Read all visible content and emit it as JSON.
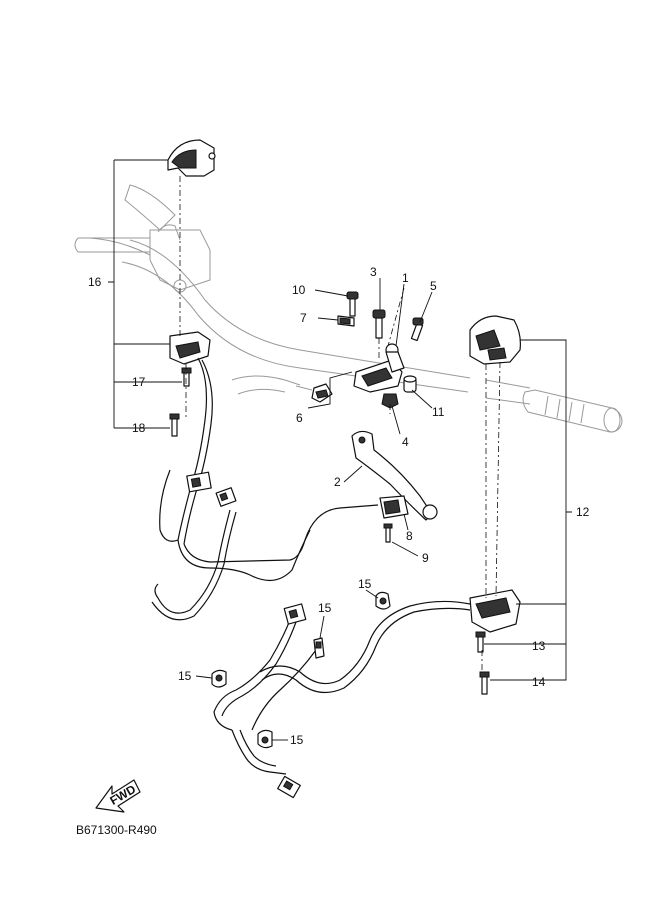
{
  "diagram": {
    "code": "B671300-R490",
    "fwd_label": "FWD",
    "callouts": {
      "c1": "1",
      "c2": "2",
      "c3": "3",
      "c4": "4",
      "c5": "5",
      "c6": "6",
      "c7": "7",
      "c8": "8",
      "c9": "9",
      "c10": "10",
      "c11": "11",
      "c12": "12",
      "c13": "13",
      "c14": "14",
      "c15a": "15",
      "c15b": "15",
      "c15c": "15",
      "c15d": "15",
      "c16": "16",
      "c17": "17",
      "c18": "18"
    }
  }
}
